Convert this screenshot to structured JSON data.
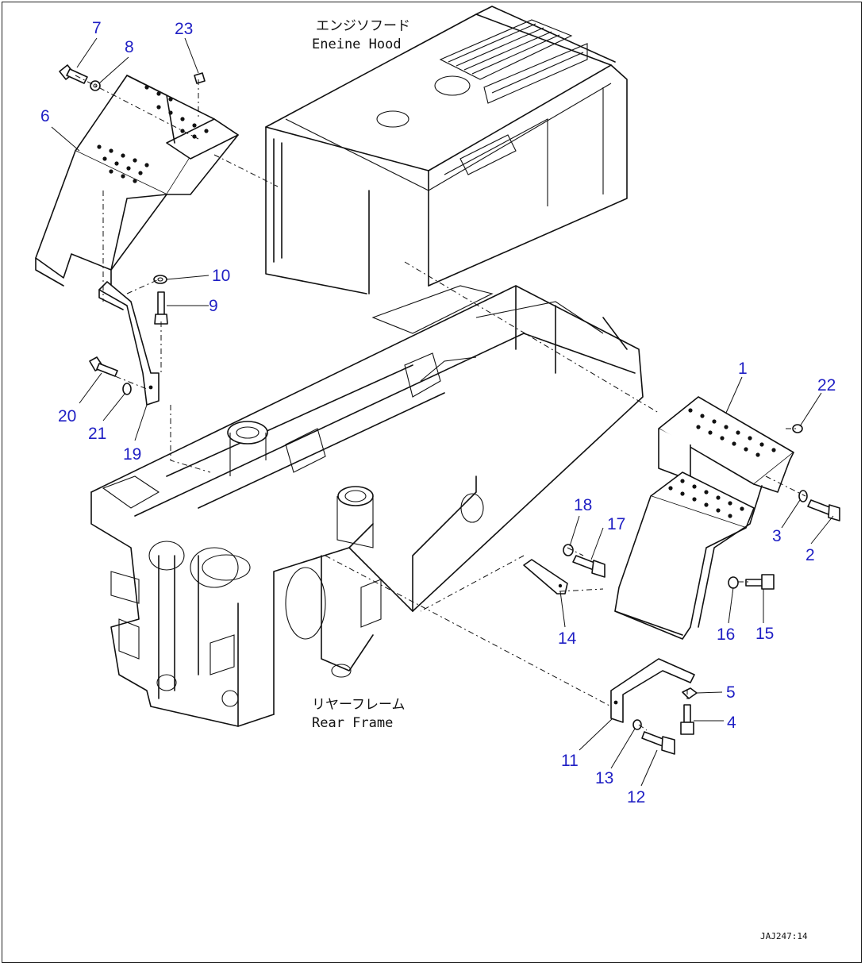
{
  "labels": {
    "engine_hood_jp": "エンジソフード",
    "engine_hood_en": "Eneine Hood",
    "rear_frame_jp": "リヤーフレーム",
    "rear_frame_en": "Rear Frame"
  },
  "drawing_code": "JAJ247:14",
  "callouts": {
    "p1": "1",
    "p2": "2",
    "p3": "3",
    "p4": "4",
    "p5": "5",
    "p6": "6",
    "p7": "7",
    "p8": "8",
    "p9": "9",
    "p10": "10",
    "p11": "11",
    "p12": "12",
    "p13": "13",
    "p14": "14",
    "p15": "15",
    "p16": "16",
    "p17": "17",
    "p18": "18",
    "p19": "19",
    "p20": "20",
    "p21": "21",
    "p22": "22",
    "p23": "23"
  },
  "colors": {
    "callout": "#1f1fc4",
    "line": "#111111",
    "background": "#ffffff"
  }
}
